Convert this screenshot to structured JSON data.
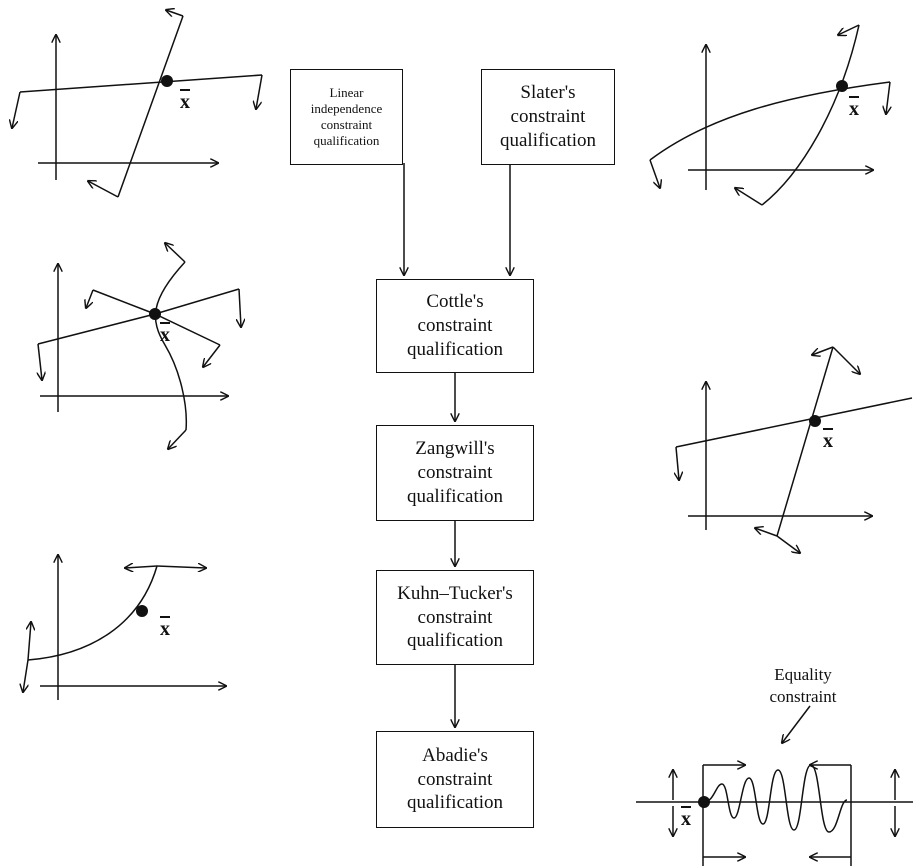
{
  "boxes": {
    "linear_independence": "Linear\nindependence\nconstraint\nqualification",
    "slater": "Slater's\nconstraint\nqualification",
    "cottle": "Cottle's\nconstraint\nqualification",
    "zangwill": "Zangwill's\nconstraint\nqualification",
    "kuhn_tucker": "Kuhn–Tucker's\nconstraint\nqualification",
    "abadie": "Abadie's\nconstraint\nqualification"
  },
  "point_label": "x",
  "equality_label": "Equality\nconstraint"
}
